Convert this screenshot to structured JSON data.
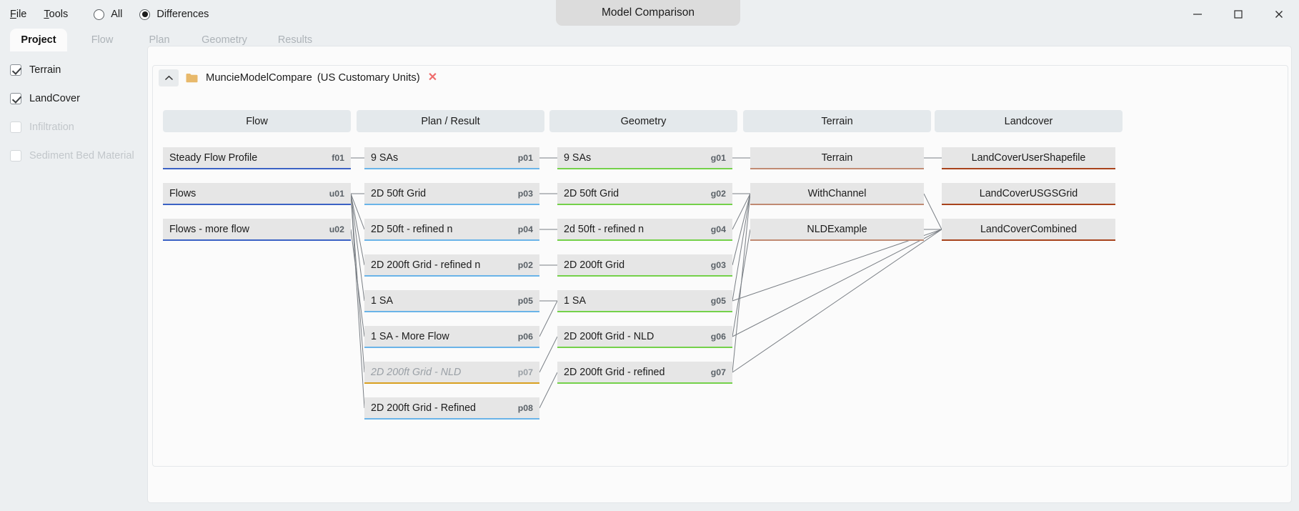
{
  "window": {
    "title": "Model Comparison",
    "minimize_icon": "minimize-icon",
    "maximize_icon": "maximize-icon",
    "close_icon": "close-icon"
  },
  "menu": {
    "items": [
      {
        "label": "File",
        "accel": "F"
      },
      {
        "label": "Tools",
        "accel": "T"
      }
    ],
    "view_mode": {
      "selected": "Differences",
      "options": [
        {
          "label": "All",
          "selected": false
        },
        {
          "label": "Differences",
          "selected": true
        }
      ]
    }
  },
  "tabs": [
    {
      "label": "Project",
      "active": true
    },
    {
      "label": "Flow",
      "active": false
    },
    {
      "label": "Plan",
      "active": false
    },
    {
      "label": "Geometry",
      "active": false
    },
    {
      "label": "Results",
      "active": false
    }
  ],
  "sidebar": {
    "items": [
      {
        "label": "Terrain",
        "checked": true,
        "enabled": true
      },
      {
        "label": "LandCover",
        "checked": true,
        "enabled": true
      },
      {
        "label": "Infiltration",
        "checked": false,
        "enabled": false
      },
      {
        "label": "Sediment Bed Material",
        "checked": false,
        "enabled": false
      }
    ]
  },
  "project": {
    "collapse_icon": "chevron-up-icon",
    "folder_icon": "folder-icon",
    "name": "MuncieModelCompare",
    "units": "(US Customary Units)",
    "close_icon": "close-icon",
    "close_glyph": "✕"
  },
  "columns": [
    {
      "key": "flow",
      "title": "Flow"
    },
    {
      "key": "plan",
      "title": "Plan / Result"
    },
    {
      "key": "geometry",
      "title": "Geometry"
    },
    {
      "key": "terrain",
      "title": "Terrain"
    },
    {
      "key": "landcover",
      "title": "Landcover"
    }
  ],
  "colors": {
    "flow_underline": "#3b62c4",
    "plan_underline": "#6ab4e8",
    "plan_muted_underline": "#d9a020",
    "geometry_underline": "#74d14a",
    "terrain_underline": "#c08a72",
    "landcover_underline": "#a8431c",
    "link_stroke": "#7a7f85",
    "accent_close": "#ef6c6c"
  },
  "nodes": {
    "flow": [
      {
        "label": "Steady Flow Profile",
        "id": "f01",
        "muted": false
      },
      {
        "label": "Flows",
        "id": "u01",
        "muted": false
      },
      {
        "label": "Flows - more flow",
        "id": "u02",
        "muted": false
      }
    ],
    "plan": [
      {
        "label": "9 SAs",
        "id": "p01",
        "muted": false
      },
      {
        "label": "2D 50ft Grid",
        "id": "p03",
        "muted": false
      },
      {
        "label": "2D 50ft - refined n",
        "id": "p04",
        "muted": false
      },
      {
        "label": "2D 200ft Grid - refined n",
        "id": "p02",
        "muted": false
      },
      {
        "label": "1 SA",
        "id": "p05",
        "muted": false
      },
      {
        "label": "1 SA - More Flow",
        "id": "p06",
        "muted": false
      },
      {
        "label": "2D 200ft Grid - NLD",
        "id": "p07",
        "muted": true
      },
      {
        "label": "2D 200ft Grid - Refined",
        "id": "p08",
        "muted": false
      }
    ],
    "geometry": [
      {
        "label": "9 SAs",
        "id": "g01",
        "muted": false
      },
      {
        "label": "2D 50ft Grid",
        "id": "g02",
        "muted": false
      },
      {
        "label": "2d 50ft - refined n",
        "id": "g04",
        "muted": false
      },
      {
        "label": "2D 200ft Grid",
        "id": "g03",
        "muted": false
      },
      {
        "label": "1 SA",
        "id": "g05",
        "muted": false
      },
      {
        "label": "2D 200ft Grid - NLD",
        "id": "g06",
        "muted": false
      },
      {
        "label": "2D 200ft Grid - refined",
        "id": "g07",
        "muted": false
      }
    ],
    "terrain": [
      {
        "label": "Terrain",
        "id": "",
        "muted": false
      },
      {
        "label": "WithChannel",
        "id": "",
        "muted": false
      },
      {
        "label": "NLDExample",
        "id": "",
        "muted": false
      }
    ],
    "landcover": [
      {
        "label": "LandCoverUserShapefile",
        "id": "",
        "muted": false
      },
      {
        "label": "LandCoverUSGSGrid",
        "id": "",
        "muted": false
      },
      {
        "label": "LandCoverCombined",
        "id": "",
        "muted": false
      }
    ]
  }
}
